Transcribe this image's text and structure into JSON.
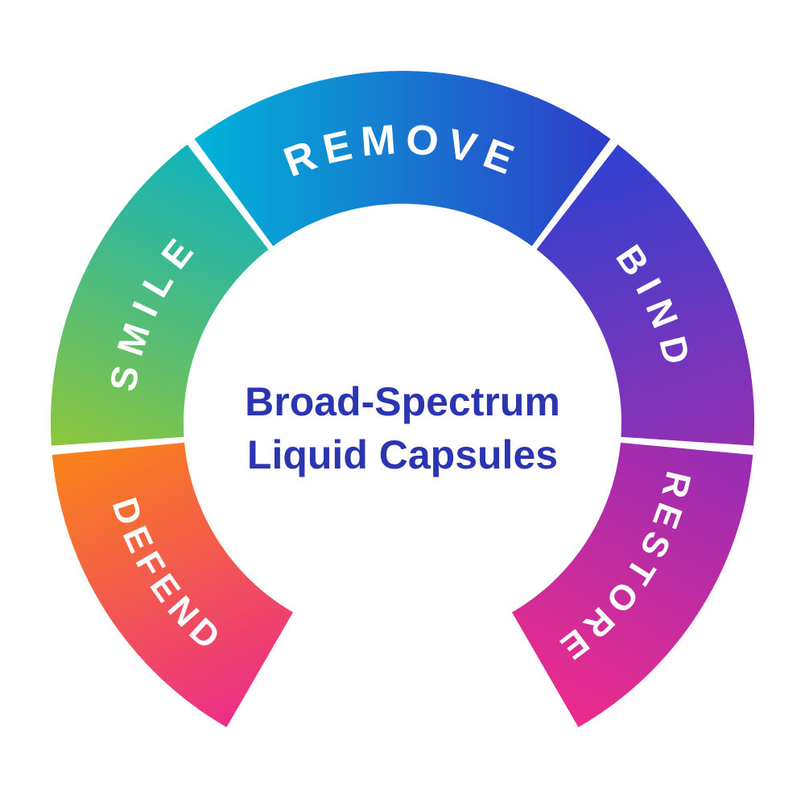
{
  "diagram": {
    "center_title": {
      "line1": "Broad-Spectrum",
      "line2": "Liquid Capsules",
      "color": "#2b35b0"
    },
    "label_color": "#ffffff",
    "background_color": "#ffffff",
    "segments": [
      {
        "id": "remove",
        "label": "REMOVE",
        "color_start": "#00b4d8",
        "color_end": "#2e3cc9"
      },
      {
        "id": "bind",
        "label": "BIND",
        "color_start": "#3340cf",
        "color_end": "#9031b3"
      },
      {
        "id": "restore",
        "label": "RESTORE",
        "color_start": "#9a2db2",
        "color_end": "#ee2b8b"
      },
      {
        "id": "defend",
        "label": "DEFEND",
        "color_start": "#f9801d",
        "color_end": "#eb2d88"
      },
      {
        "id": "smile",
        "label": "SMILE",
        "color_start": "#8cc63d",
        "color_end": "#12b2bb"
      }
    ]
  }
}
